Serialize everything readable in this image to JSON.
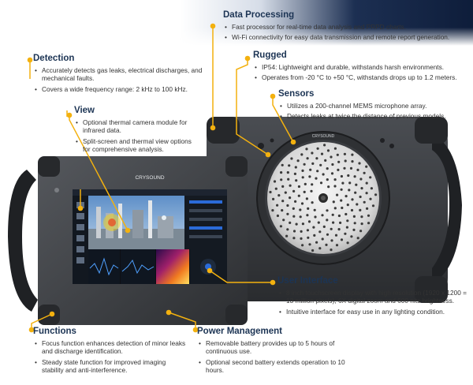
{
  "sections": {
    "data_processing": {
      "title": "Data Processing",
      "bullets": [
        "Fast processor for real-time data analysis and PRPD charts.",
        "Wi-Fi connectivity for easy data transmission and remote report generation."
      ]
    },
    "detection": {
      "title": "Detection",
      "bullets": [
        "Accurately detects gas leaks, electrical discharges, and mechanical faults.",
        "Covers a wide frequency range: 2 kHz to 100 kHz."
      ]
    },
    "rugged": {
      "title": "Rugged",
      "bullets": [
        "IP54: Lightweight and durable, withstands harsh environments.",
        "Operates from -20 °C to +50 °C, withstands drops up to 1.2 meters."
      ]
    },
    "view": {
      "title": "View",
      "bullets": [
        "Optional thermal camera module for infrared data.",
        "Split-screen and thermal view options for comprehensive analysis."
      ]
    },
    "sensors": {
      "title": "Sensors",
      "bullets": [
        "Utilizes a 200-channel MEMS microphone array.",
        "Detects leaks at twice the distance of previous models."
      ]
    },
    "user_interface": {
      "title": "User Interface",
      "bullets": [
        "8 inch touchscreen display with high resolution (1920 x 1200 = 13 million pixels), 6X digital zoom and 600 nits brightness.",
        "Intuitive interface for easy use in any lighting condition."
      ]
    },
    "functions": {
      "title": "Functions",
      "bullets": [
        "Focus function enhances detection of minor leaks and discharge identification.",
        "Steady state function for improved imaging stability and anti-interference."
      ]
    },
    "power_management": {
      "title": "Power Management",
      "bullets": [
        "Removable battery provides up to 5 hours of continuous use.",
        "Optional second battery extends operation to 10 hours."
      ]
    }
  },
  "device": {
    "brand_front": "CRYSOUND",
    "brand_ring": "CRYSOUND"
  },
  "colors": {
    "accent": "#f3b10f",
    "heading": "#1c3454",
    "banner_dark": "#0e1d3a"
  }
}
